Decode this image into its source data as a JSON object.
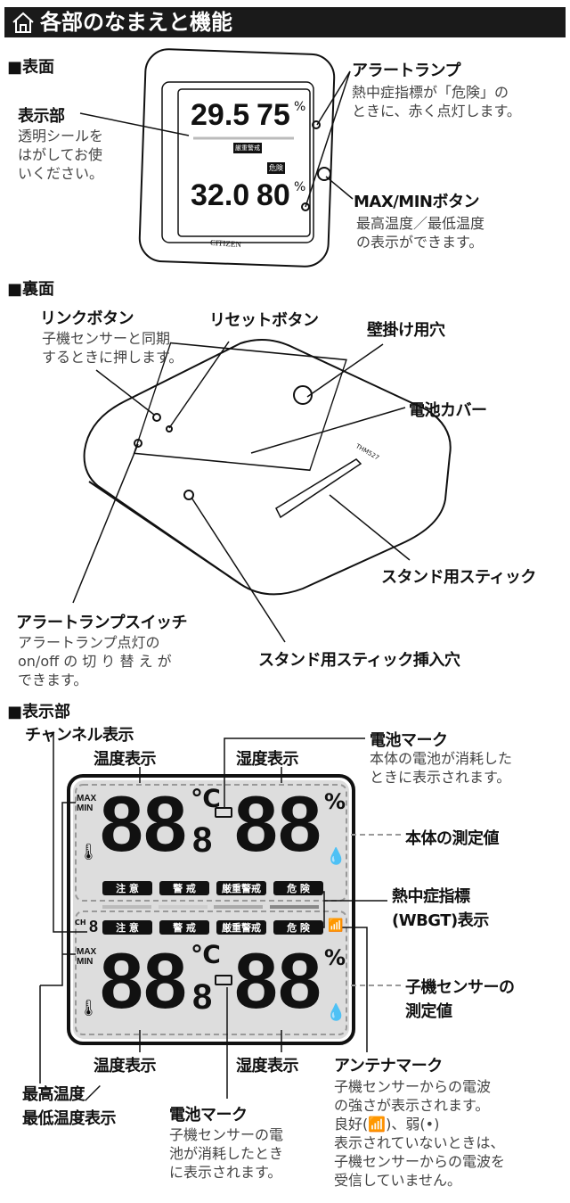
{
  "title": "各部のなまえと機能",
  "front": {
    "heading": "■表面",
    "display": {
      "label": "表示部",
      "desc": [
        "透明シールを",
        "はがしてお使",
        "いください。"
      ]
    },
    "alert_lamp": {
      "label": "アラートランプ",
      "desc": [
        "熱中症指標が「危険」の",
        "ときに、赤く点灯します。"
      ]
    },
    "maxmin": {
      "label": "MAX/MINボタン",
      "desc": [
        "最高温度／最低温度",
        "の表示ができます。"
      ]
    },
    "device": {
      "temp1": "29.5",
      "hum1": "75",
      "temp2": "32.0",
      "hum2": "80",
      "unit_c": "℃",
      "unit_pct": "%",
      "brand": "CITIZEN",
      "wbgt_badge": "厳重警戒",
      "danger_badge": "危険"
    }
  },
  "back": {
    "heading": "■裏面",
    "link": {
      "label": "リンクボタン",
      "desc": [
        "子機センサーと同期",
        "するときに押します。"
      ]
    },
    "reset": {
      "label": "リセットボタン"
    },
    "hole": {
      "label": "壁掛け用穴"
    },
    "battery_cover": {
      "label": "電池カバー"
    },
    "stand": {
      "label": "スタンド用スティック"
    },
    "switch": {
      "label": "アラートランプスイッチ",
      "desc": [
        "アラートランプ点灯の",
        "on/off の 切 り 替 え が",
        "できます。"
      ]
    },
    "stand_hole": {
      "label": "スタンド用スティック挿入穴"
    },
    "model": "THM527"
  },
  "display": {
    "heading": "■表示部",
    "channel": "チャンネル表示",
    "temp_top": "温度表示",
    "hum_top": "湿度表示",
    "battery_main": {
      "label": "電池マーク",
      "desc": [
        "本体の電池が消耗した",
        "ときに表示されます。"
      ]
    },
    "main_value": "本体の測定値",
    "wbgt": {
      "label": [
        "熱中症指標",
        "(WBGT)表示"
      ]
    },
    "sensor_value": [
      "子機センサーの",
      "測定値"
    ],
    "temp_bottom": "温度表示",
    "hum_bottom": "湿度表示",
    "antenna": {
      "label": "アンテナマーク",
      "desc": [
        "子機センサーからの電波",
        "の強さが表示されます。",
        "良好(📶)、弱(•)",
        "表示されていないときは、",
        "子機センサーからの電波を",
        "受信していません。"
      ]
    },
    "maxmin": [
      "最高温度／",
      "最低温度表示"
    ],
    "battery_sensor": {
      "label": "電池マーク",
      "desc": [
        "子機センサーの電",
        "池が消耗したとき",
        "に表示されます。"
      ]
    },
    "lcd": {
      "digits": "88",
      "decimal": "8",
      "max": "MAX",
      "min": "MIN",
      "ch": "CH",
      "unit_c": "℃",
      "unit_pct": "%",
      "levels": [
        "注 意",
        "警 戒",
        "厳重警戒",
        "危 険"
      ]
    }
  }
}
